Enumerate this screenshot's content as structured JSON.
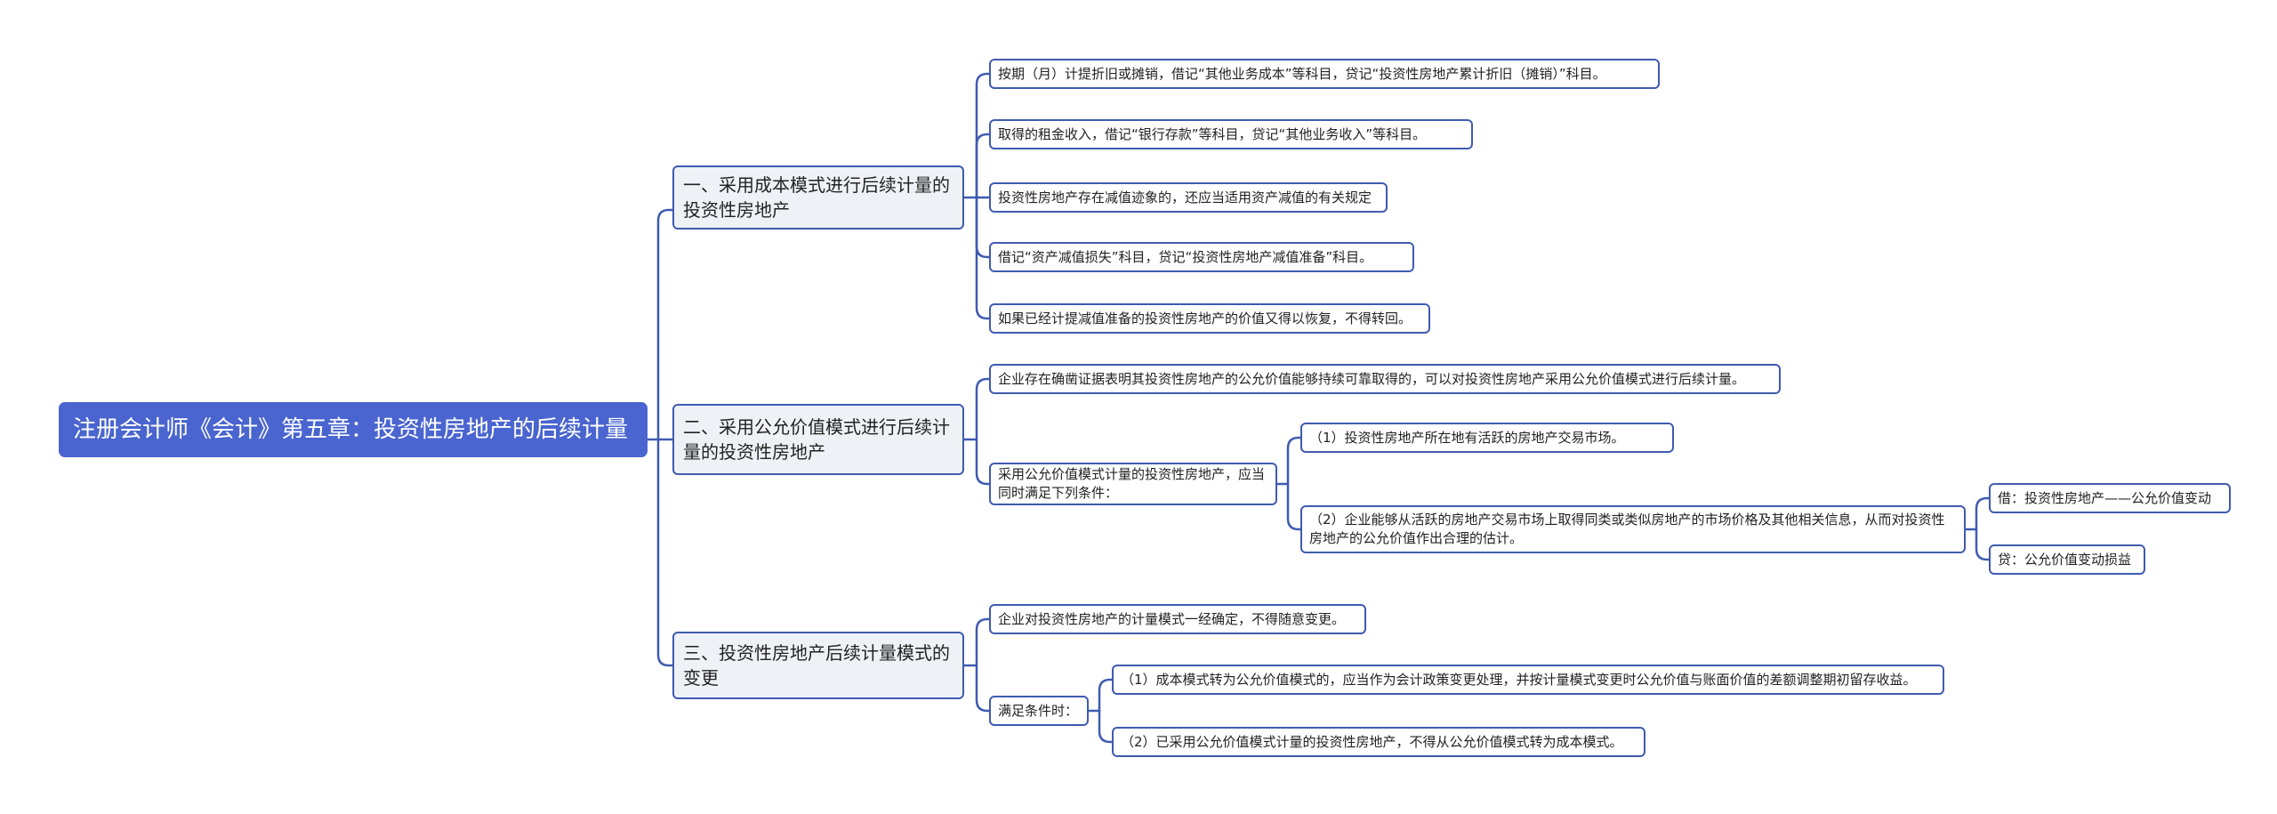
{
  "mindmap": {
    "root": "注册会计师《会计》第五章：投资性房地产的后续计量",
    "branch1": {
      "title": "一、采用成本模式进行后续计量的投资性房地产",
      "items": [
        "按期（月）计提折旧或摊销，借记“其他业务成本”等科目，贷记“投资性房地产累计折旧（摊销）”科目。",
        "取得的租金收入，借记“银行存款”等科目，贷记“其他业务收入”等科目。",
        "投资性房地产存在减值迹象的，还应当适用资产减值的有关规定",
        "借记“资产减值损失”科目，贷记“投资性房地产减值准备”科目。",
        "如果已经计提减值准备的投资性房地产的价值又得以恢复，不得转回。"
      ]
    },
    "branch2": {
      "title": "二、采用公允价值模式进行后续计量的投资性房地产",
      "item1": "企业存在确凿证据表明其投资性房地产的公允价值能够持续可靠取得的，可以对投资性房地产采用公允价值模式进行后续计量。",
      "conditions": "采用公允价值模式计量的投资性房地产，应当同时满足下列条件：",
      "cond1": "（1）投资性房地产所在地有活跃的房地产交易市场。",
      "cond2": "（2）企业能够从活跃的房地产交易市场上取得同类或类似房地产的市场价格及其他相关信息，从而对投资性房地产的公允价值作出合理的估计。",
      "debit": "借：投资性房地产——公允价值变动",
      "credit": "贷：公允价值变动损益"
    },
    "branch3": {
      "title": "三、投资性房地产后续计量模式的变更",
      "item1": "企业对投资性房地产的计量模式一经确定，不得随意变更。",
      "conditions": "满足条件时：",
      "cond1": "（1）成本模式转为公允价值模式的，应当作为会计政策变更处理，并按计量模式变更时公允价值与账面价值的差额调整期初留存收益。",
      "cond2": "（2）已采用公允价值模式计量的投资性房地产，不得从公允价值模式转为成本模式。"
    }
  },
  "colors": {
    "root_fill": "#4a65cf",
    "branch_fill": "#eef1f6",
    "line": "#3f5bb0"
  }
}
